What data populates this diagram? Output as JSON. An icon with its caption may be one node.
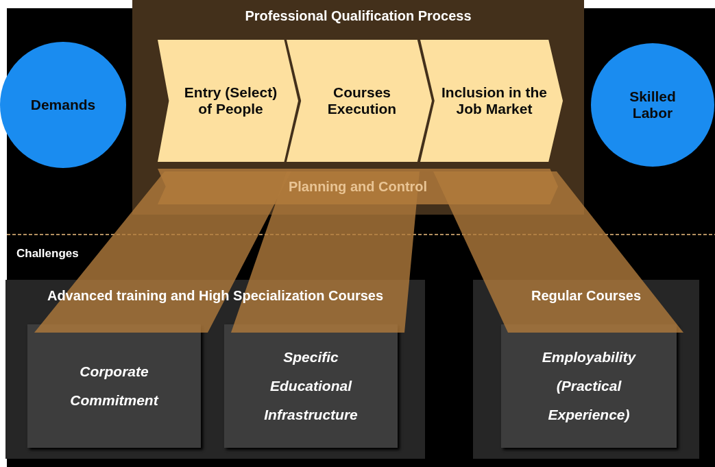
{
  "diagram": {
    "nodes": [
      {
        "text": [
          "Demands"
        ]
      },
      {
        "text": [
          "Professional Qualification Process"
        ]
      },
      {
        "text": [
          "Entry (Select) of People"
        ],
        "in": 1
      },
      {
        "text": [
          "Courses Execution"
        ],
        "in": 1
      },
      {
        "text": [
          "Inclusion in the Job Market"
        ],
        "in": 1
      },
      {
        "text": [
          "Planning and Control"
        ],
        "in": 1
      },
      {
        "text": [
          "Skilled Labor"
        ]
      },
      {
        "text": [
          "Advanced training and High Specialization Courses"
        ]
      },
      {
        "text": [
          "Corporate Commitment"
        ],
        "in": 7
      },
      {
        "text": [
          "Specific Educational Infrastructure"
        ],
        "in": 7
      },
      {
        "text": [
          "Regular Courses"
        ]
      },
      {
        "text": [
          "Employability (Practical Experience)"
        ],
        "in": 10
      }
    ],
    "edges": [
      {
        "from": 2,
        "to": 8,
        "arrow": "none"
      },
      {
        "from": 3,
        "to": 9,
        "arrow": "none"
      },
      {
        "from": 4,
        "to": 11,
        "arrow": "none"
      }
    ],
    "labels": [
      "Challenges"
    ]
  }
}
